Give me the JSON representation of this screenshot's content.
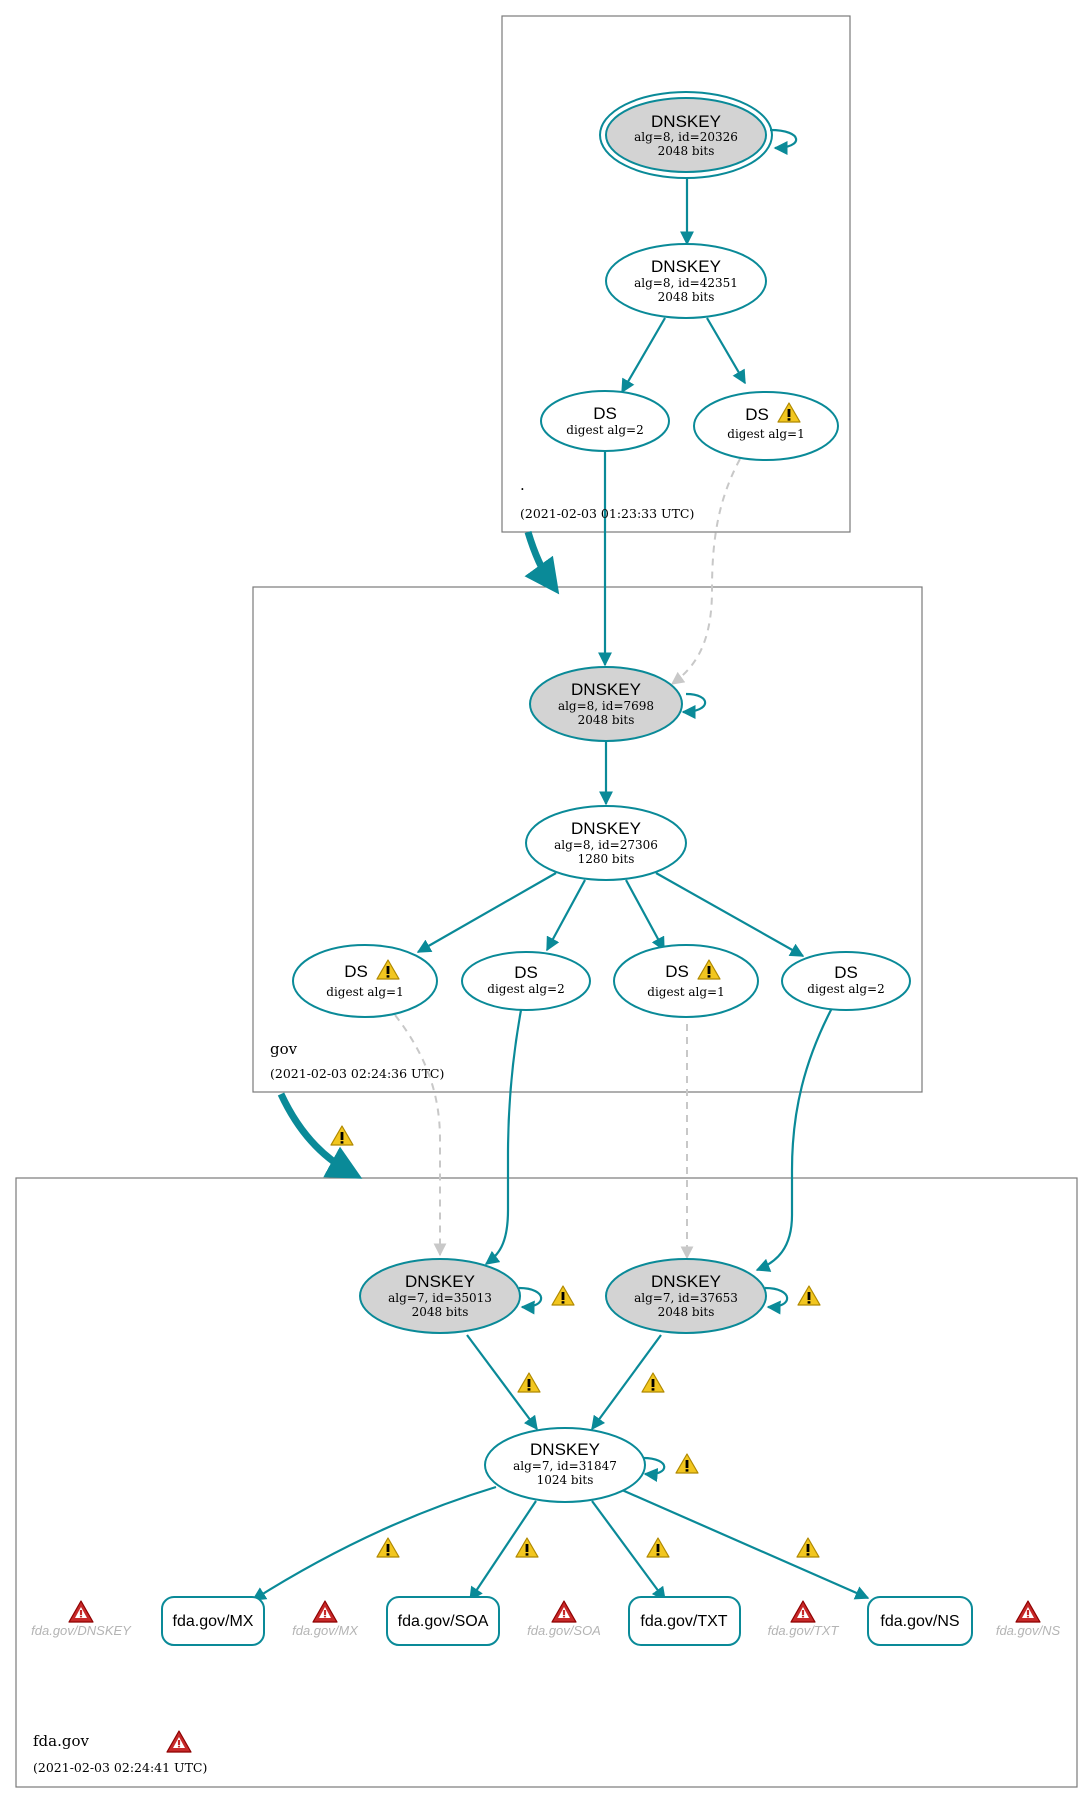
{
  "colors": {
    "edge": "#0a8a98",
    "insecure_edge": "#c8c8c8",
    "sep_fill": "#d3d3d3",
    "warning": "#f2c61f",
    "error": "#c62828",
    "ghost_text": "#b4b4b4"
  },
  "icons": {
    "warning": "warning-triangle-icon",
    "error": "error-triangle-icon"
  },
  "zones": {
    "root": {
      "name": ".",
      "timestamp": "(2021-02-03 01:23:33 UTC)"
    },
    "gov": {
      "name": "gov",
      "timestamp": "(2021-02-03 02:24:36 UTC)"
    },
    "fda": {
      "name": "fda.gov",
      "timestamp": "(2021-02-03 02:24:41 UTC)"
    }
  },
  "nodes": {
    "root_ksk": {
      "title": "DNSKEY",
      "line1": "alg=8, id=20326",
      "line2": "2048 bits"
    },
    "root_zsk": {
      "title": "DNSKEY",
      "line1": "alg=8, id=42351",
      "line2": "2048 bits"
    },
    "root_ds2": {
      "title": "DS",
      "line1": "digest alg=2"
    },
    "root_ds1": {
      "title": "DS",
      "line1": "digest alg=1"
    },
    "gov_ksk": {
      "title": "DNSKEY",
      "line1": "alg=8, id=7698",
      "line2": "2048 bits"
    },
    "gov_zsk": {
      "title": "DNSKEY",
      "line1": "alg=8, id=27306",
      "line2": "1280 bits"
    },
    "gov_ds_a": {
      "title": "DS",
      "line1": "digest alg=1"
    },
    "gov_ds_b": {
      "title": "DS",
      "line1": "digest alg=2"
    },
    "gov_ds_c": {
      "title": "DS",
      "line1": "digest alg=1"
    },
    "gov_ds_d": {
      "title": "DS",
      "line1": "digest alg=2"
    },
    "fda_ksk1": {
      "title": "DNSKEY",
      "line1": "alg=7, id=35013",
      "line2": "2048 bits"
    },
    "fda_ksk2": {
      "title": "DNSKEY",
      "line1": "alg=7, id=37653",
      "line2": "2048 bits"
    },
    "fda_zsk": {
      "title": "DNSKEY",
      "line1": "alg=7, id=31847",
      "line2": "1024 bits"
    }
  },
  "rrsets": {
    "mx": "fda.gov/MX",
    "soa": "fda.gov/SOA",
    "txt": "fda.gov/TXT",
    "ns": "fda.gov/NS"
  },
  "ghost_rrsets": {
    "dnskey": "fda.gov/DNSKEY",
    "mx": "fda.gov/MX",
    "soa": "fda.gov/SOA",
    "txt": "fda.gov/TXT",
    "ns": "fda.gov/NS"
  }
}
